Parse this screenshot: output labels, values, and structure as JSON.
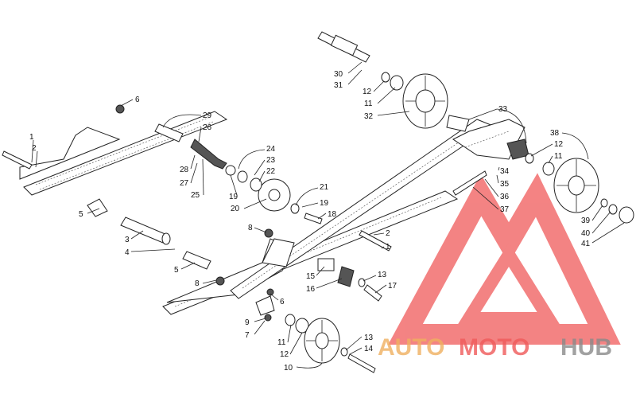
{
  "diagram": {
    "callouts": [
      {
        "id": "c1a",
        "text": "1"
      },
      {
        "id": "c2a",
        "text": "2"
      },
      {
        "id": "c6a",
        "text": "6"
      },
      {
        "id": "c29",
        "text": "29"
      },
      {
        "id": "c26",
        "text": "26"
      },
      {
        "id": "c28",
        "text": "28"
      },
      {
        "id": "c27",
        "text": "27"
      },
      {
        "id": "c25",
        "text": "25"
      },
      {
        "id": "c24",
        "text": "24"
      },
      {
        "id": "c23",
        "text": "23"
      },
      {
        "id": "c22",
        "text": "22"
      },
      {
        "id": "c19a",
        "text": "19"
      },
      {
        "id": "c20",
        "text": "20"
      },
      {
        "id": "c21",
        "text": "21"
      },
      {
        "id": "c19b",
        "text": "19"
      },
      {
        "id": "c18",
        "text": "18"
      },
      {
        "id": "c5a",
        "text": "5"
      },
      {
        "id": "c3",
        "text": "3"
      },
      {
        "id": "c4",
        "text": "4"
      },
      {
        "id": "c5b",
        "text": "5"
      },
      {
        "id": "c8a",
        "text": "8"
      },
      {
        "id": "c8b",
        "text": "8"
      },
      {
        "id": "c2b",
        "text": "2"
      },
      {
        "id": "c1b",
        "text": "1"
      },
      {
        "id": "c15",
        "text": "15"
      },
      {
        "id": "c16",
        "text": "16"
      },
      {
        "id": "c13a",
        "text": "13"
      },
      {
        "id": "c17",
        "text": "17"
      },
      {
        "id": "c6b",
        "text": "6"
      },
      {
        "id": "c9",
        "text": "9"
      },
      {
        "id": "c7",
        "text": "7"
      },
      {
        "id": "c11a",
        "text": "11"
      },
      {
        "id": "c12a",
        "text": "12"
      },
      {
        "id": "c10",
        "text": "10"
      },
      {
        "id": "c13b",
        "text": "13"
      },
      {
        "id": "c14",
        "text": "14"
      },
      {
        "id": "c30",
        "text": "30"
      },
      {
        "id": "c31",
        "text": "31"
      },
      {
        "id": "c12b",
        "text": "12"
      },
      {
        "id": "c11b",
        "text": "11"
      },
      {
        "id": "c32",
        "text": "32"
      },
      {
        "id": "c33",
        "text": "33"
      },
      {
        "id": "c38",
        "text": "38"
      },
      {
        "id": "c12c",
        "text": "12"
      },
      {
        "id": "c11c",
        "text": "11"
      },
      {
        "id": "c34",
        "text": "34"
      },
      {
        "id": "c35",
        "text": "35"
      },
      {
        "id": "c36",
        "text": "36"
      },
      {
        "id": "c37",
        "text": "37"
      },
      {
        "id": "c39",
        "text": "39"
      },
      {
        "id": "c40",
        "text": "40"
      },
      {
        "id": "c41",
        "text": "41"
      }
    ]
  },
  "watermark": {
    "brand_part1": "AUTO",
    "brand_part2": "MOTO",
    "brand_part3": "HUB",
    "color_red": "#f05a5a",
    "color_orange": "#f0b060",
    "color_gray": "#8a8a8a"
  }
}
